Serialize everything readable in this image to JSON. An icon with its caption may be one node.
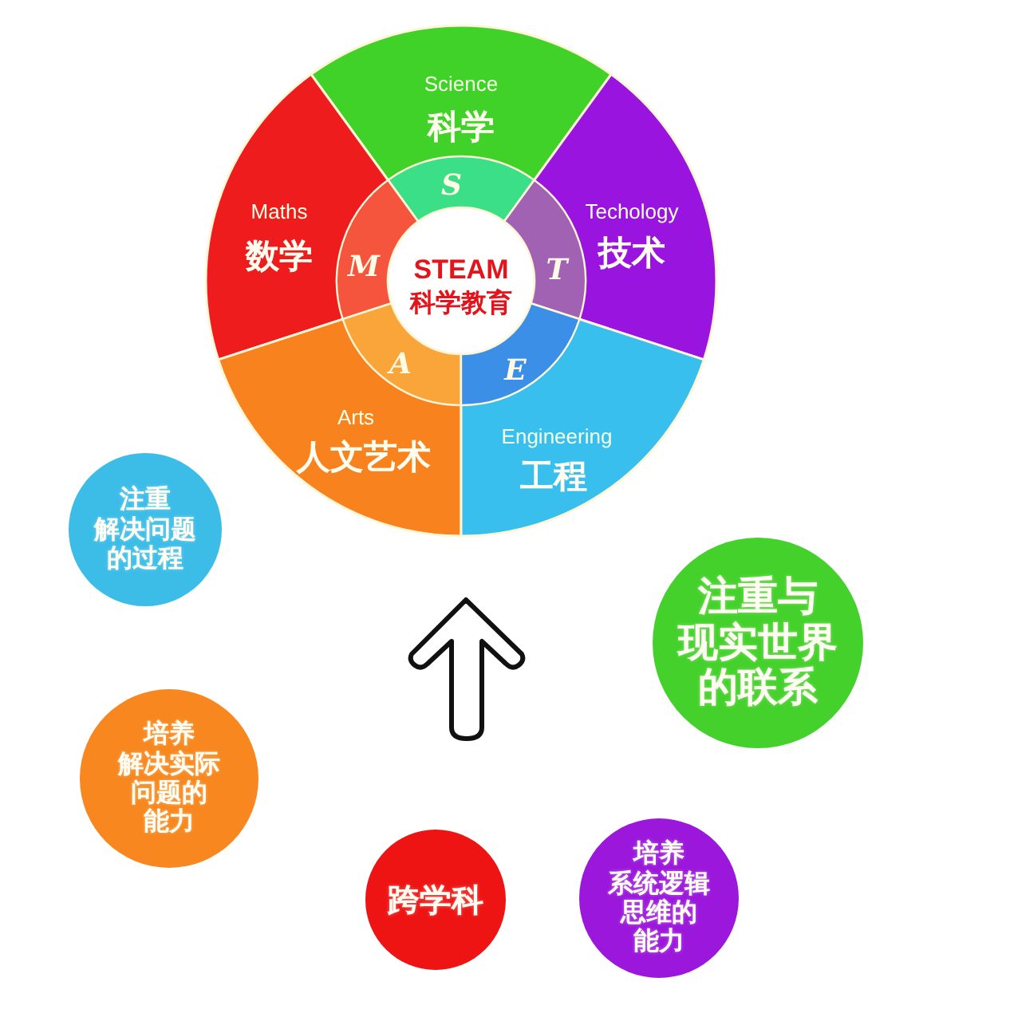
{
  "diagram": {
    "nodes": [
      {
        "text": [
          "Science",
          "科学",
          "S"
        ]
      },
      {
        "text": [
          "Maths",
          "数学",
          "M"
        ]
      },
      {
        "text": [
          "Techology",
          "技术",
          "T"
        ]
      },
      {
        "text": [
          "STEAM",
          "科学教育"
        ]
      },
      {
        "text": [
          "A",
          "Arts",
          "人文艺术"
        ]
      },
      {
        "text": [
          "E",
          "Engineering",
          "工程"
        ]
      },
      {
        "text": [
          "注重解决问题的过程"
        ]
      },
      {
        "text": [
          "注重与现实世界的联系"
        ]
      },
      {
        "text": [
          "培养解决实际问题的能力"
        ]
      },
      {
        "text": [
          "跨学科"
        ]
      },
      {
        "text": [
          "培养系统逻辑思维的能力"
        ]
      }
    ]
  }
}
